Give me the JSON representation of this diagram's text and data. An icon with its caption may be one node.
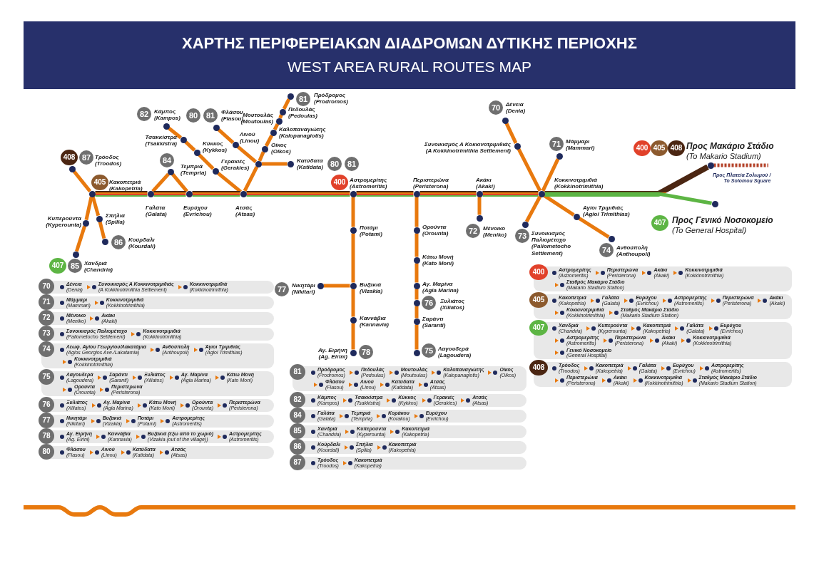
{
  "diagram": {
    "title": "ΧΑΡΤΗΣ ΠΕΡΙΦΕΡΕΙΑΚΩΝ ΔΙΑΔΡΟΜΩΝ ΔΥΤΙΚΗΣ ΠΕΡΙΟΧΗΣ",
    "nodes": [
      {
        "text": [
          "Τρόοδος",
          "(Troodos)"
        ],
        "beside": [
          "408",
          "87"
        ]
      },
      {
        "text": [
          "Κακοπετριά",
          "(Kakopetria)"
        ],
        "beside": [
          "405"
        ]
      },
      {
        "text": [
          "Κυπερούντα",
          "(Kyperounta)"
        ]
      },
      {
        "text": [
          "Χανδριά",
          "(Chandria)"
        ],
        "beside": [
          "407",
          "85"
        ]
      },
      {
        "text": [
          "Σπήλια",
          "(Spilia)"
        ]
      },
      {
        "text": [
          "Κούρδαλι",
          "(Kourdali)"
        ],
        "beside": [
          "86"
        ]
      },
      {
        "text": [
          "Κάμπος",
          "(Kampos)"
        ],
        "beside": [
          "82"
        ]
      },
      {
        "text": [
          "Τσακκίστρα",
          "(Tsakkistra)"
        ]
      },
      {
        "text": [
          "Κύκκος",
          "(Kykkos)"
        ]
      },
      {
        "text": [
          "Γερακιές",
          "(Gerakies)"
        ]
      },
      {
        "text": [
          "Γαλάτα",
          "(Galata)"
        ]
      },
      {
        "text": [
          "Τεμπριά",
          "(Tempria)"
        ],
        "beside": [
          "84"
        ]
      },
      {
        "text": [
          "Ευρύχου",
          "(Evrichou)"
        ]
      },
      {
        "text": [
          "Ατσάς",
          "(Atsas)"
        ]
      },
      {
        "text": [
          "Φλάσου",
          "(Flasou)"
        ],
        "beside": [
          "80",
          "81"
        ]
      },
      {
        "text": [
          "Λινού",
          "(Linou)"
        ]
      },
      {
        "text": [
          "Πρόδρομος",
          "(Prodromos)"
        ],
        "beside": [
          "81"
        ]
      },
      {
        "text": [
          "Πεδουλάς",
          "(Pedoulas)"
        ]
      },
      {
        "text": [
          "Μουτουλάς",
          "(Moutoulas)"
        ]
      },
      {
        "text": [
          "Καλοπαναγιώτης",
          "(Kalopanagiotis)"
        ]
      },
      {
        "text": [
          "Οίκος",
          "(Oikos)"
        ]
      },
      {
        "text": [],
        "shape": "circle"
      },
      {
        "text": [
          "Κατύδατα",
          "(Katidata)"
        ],
        "beside": [
          "80",
          "81"
        ]
      },
      {
        "text": [
          "Αστρομερίτης",
          "(Astromeritis)"
        ],
        "beside": [
          "400"
        ]
      },
      {
        "text": [
          "Ποτάμι",
          "(Potami)"
        ]
      },
      {
        "text": [
          "Νικητάρι",
          "(Nikitari)"
        ],
        "beside": [
          "77"
        ]
      },
      {
        "text": [
          "Βυζακιά",
          "(Vizakia)"
        ]
      },
      {
        "text": [
          "Καννάβια",
          "(Kannavia)"
        ]
      },
      {
        "text": [
          "Αγ. Ειρήνη",
          "(Ag. Eirini)"
        ],
        "beside": [
          "78"
        ]
      },
      {
        "text": [
          "Περιστερώνα",
          "(Peristerona)"
        ]
      },
      {
        "text": [
          "Ορούντα",
          "(Orounta)"
        ]
      },
      {
        "text": [
          "Κάτω Μονή",
          "(Kato Moni)"
        ]
      },
      {
        "text": [
          "Αγ. Μαρίνα",
          "(Agia Marina)"
        ]
      },
      {
        "text": [
          "Ξυλιάτος",
          "(Xiliatos)"
        ],
        "beside": [
          "76"
        ]
      },
      {
        "text": [
          "Σαράντι",
          "(Saranti)"
        ]
      },
      {
        "text": [
          "Λαγουδερά",
          "(Lagoudera)"
        ],
        "beside": [
          "75"
        ]
      },
      {
        "text": [
          "Ακάκι",
          "(Akaki)"
        ]
      },
      {
        "text": [
          "Μένοικο",
          "(Meniko)"
        ],
        "beside": [
          "72"
        ]
      },
      {
        "text": [
          "Δένεια",
          "(Denia)"
        ],
        "beside": [
          "70"
        ]
      },
      {
        "text": [
          "Συνοικισμός Α Κοκκινοτριμιθιάς",
          "(A Kokkinotrimithia Settlement)"
        ]
      },
      {
        "text": [
          "Κοκκινοτριμιθιά",
          "(Kokkinotrimithia)"
        ]
      },
      {
        "text": [
          "Μάμμαρι",
          "(Mammari)"
        ],
        "beside": [
          "71"
        ]
      },
      {
        "text": [
          "Συνοικισμός Παλιομέτοχο",
          "(Paliometocho Settlement)"
        ],
        "beside": [
          "73"
        ]
      },
      {
        "text": [
          "Αγίοι Τριμιθιάς",
          "(Agioi Trimithias)"
        ]
      },
      {
        "text": [
          "Ανθούπολη",
          "(Anthoupoli)"
        ],
        "beside": [
          "74"
        ]
      },
      {
        "text": [
          "Προς Μακάριο Στάδιο",
          "(To Makario Stadium)"
        ],
        "beside": [
          "400",
          "405",
          "408"
        ]
      },
      {
        "text": [
          "Προς Γενικό Νοσοκομείο",
          "(To General Hospital)"
        ]
      }
    ],
    "edges": [
      {
        "from": 0,
        "to": 1,
        "arrow": "none"
      },
      {
        "from": 1,
        "to": 2,
        "arrow": "none"
      },
      {
        "from": 2,
        "to": 3,
        "arrow": "none"
      },
      {
        "from": 1,
        "to": 4,
        "arrow": "none"
      },
      {
        "from": 4,
        "to": 5,
        "arrow": "none"
      },
      {
        "from": 6,
        "to": 7,
        "arrow": "none"
      },
      {
        "from": 7,
        "to": 8,
        "arrow": "none"
      },
      {
        "from": 8,
        "to": 9,
        "arrow": "none"
      },
      {
        "from": 9,
        "to": 13,
        "arrow": "none"
      },
      {
        "from": 10,
        "to": 11,
        "arrow": "none"
      },
      {
        "from": 11,
        "to": 12,
        "arrow": "none"
      },
      {
        "from": 14,
        "to": 15,
        "arrow": "none"
      },
      {
        "from": 15,
        "to": 21,
        "arrow": "none"
      },
      {
        "from": 16,
        "to": 17,
        "arrow": "none"
      },
      {
        "from": 17,
        "to": 18,
        "arrow": "none"
      },
      {
        "from": 18,
        "to": 19,
        "arrow": "none"
      },
      {
        "from": 19,
        "to": 20,
        "arrow": "none"
      },
      {
        "from": 20,
        "to": 21,
        "arrow": "none"
      },
      {
        "from": 21,
        "to": 22,
        "arrow": "none"
      },
      {
        "from": 21,
        "to": 13,
        "arrow": "none"
      },
      {
        "from": 1,
        "to": 10,
        "arrow": "none",
        "style": "thick"
      },
      {
        "from": 10,
        "to": 12,
        "arrow": "none",
        "style": "thick"
      },
      {
        "from": 12,
        "to": 13,
        "arrow": "none",
        "style": "thick"
      },
      {
        "from": 13,
        "to": 23,
        "arrow": "none",
        "style": "thick"
      },
      {
        "from": 23,
        "to": 24,
        "arrow": "none"
      },
      {
        "from": 24,
        "to": 26,
        "arrow": "none"
      },
      {
        "from": 25,
        "to": 26,
        "arrow": "none"
      },
      {
        "from": 26,
        "to": 27,
        "arrow": "none"
      },
      {
        "from": 27,
        "to": 28,
        "arrow": "none"
      },
      {
        "from": 23,
        "to": 29,
        "arrow": "none",
        "style": "thick"
      },
      {
        "from": 29,
        "to": 30,
        "arrow": "none"
      },
      {
        "from": 30,
        "to": 31,
        "arrow": "none"
      },
      {
        "from": 31,
        "to": 32,
        "arrow": "none"
      },
      {
        "from": 32,
        "to": 33,
        "arrow": "none"
      },
      {
        "from": 33,
        "to": 34,
        "arrow": "none"
      },
      {
        "from": 34,
        "to": 35,
        "arrow": "none"
      },
      {
        "from": 29,
        "to": 36,
        "arrow": "none",
        "style": "thick"
      },
      {
        "from": 36,
        "to": 37,
        "arrow": "none"
      },
      {
        "from": 36,
        "to": 40,
        "arrow": "none",
        "style": "thick"
      },
      {
        "from": 38,
        "to": 39,
        "arrow": "none"
      },
      {
        "from": 39,
        "to": 40,
        "arrow": "none"
      },
      {
        "from": 41,
        "to": 40,
        "arrow": "none"
      },
      {
        "from": 40,
        "to": 42,
        "arrow": "none"
      },
      {
        "from": 40,
        "to": 43,
        "arrow": "none"
      },
      {
        "from": 43,
        "to": 44,
        "arrow": "none"
      },
      {
        "from": 40,
        "to": 45,
        "arrow": "none",
        "style": "thick"
      },
      {
        "from": 40,
        "to": 46,
        "arrow": "none",
        "color": "#5db544"
      },
      {
        "from": 45,
        "to": null,
        "arrow": "none",
        "style": "dashed",
        "color": "#b4432a"
      }
    ],
    "labels": [
      "WEST AREA RURAL ROUTES MAP",
      "Προς Πλατεία Σολωμού /",
      "To Solomou Square",
      "407",
      "70",
      "Δένεια",
      "(Denia)",
      "Συνοικισμός Α Κοκκινοτριμιθιάς",
      "(A Kokkinotrimithia Settlement)",
      "Κοκκινοτριμιθιά",
      "(Kokkinotrimithia)",
      "71",
      "Μάμμαρι",
      "(Mammari)",
      "Κοκκινοτριμιθιά",
      "(Kokkinotrimithia)",
      "72",
      "Μένοικο",
      "(Meniko)",
      "Ακάκι",
      "(Akaki)",
      "73",
      "Συνοικισμός Παλιομέτοχο",
      "(Paliometocho Settlement)",
      "Κοκκινοτριμιθιά",
      "(Kokkinotrimithia)",
      "74",
      "Λεωφ. Αγίου Γεωργίου/Λακατάμια",
      "(Agios Georgios Ave./Lakatamia)",
      "Ανθούπολη",
      "(Anthoupoli)",
      "Άγιοι Τριμιθιάς",
      "(Agioi Trimithias)",
      "Κοκκινοτριμιθιά",
      "(Kokkinotrimithia)",
      "75",
      "Λαγουδερά",
      "(Lagoudera)",
      "Σαράντι",
      "(Saranti)",
      "Ξυλιάτος",
      "(Xiliatos)",
      "Αγ. Μαρίνα",
      "(Agia Marina)",
      "Κάτω Μονή",
      "(Kato Moni)",
      "Ορούντα",
      "(Orounta)",
      "Περιστερώνα",
      "(Peristerona)",
      "76",
      "Ξυλιάτος",
      "(Xiliatos)",
      "Αγ. Μαρίνα",
      "(Agia Marina)",
      "Κάτω Μονή",
      "(Kato Moni)",
      "Ορούντα",
      "(Orounta)",
      "Περιστερώνα",
      "(Peristerona)",
      "77",
      "Νικητάρι",
      "(Nikitari)",
      "Βυζακιά",
      "(Vizakia)",
      "Ποτάμι",
      "(Potami)",
      "Αστρομερίτης",
      "(Astromeritis)",
      "78",
      "Αγ. Ειρήνη",
      "(Ag. Eirini)",
      "Καννάβια",
      "(Kannavia)",
      "Βυζακιά (έξω από το χωριό)",
      "(Vizakia (out of the village))",
      "Αστρομερίτης",
      "(Astromeritis)",
      "80",
      "Φλάσου",
      "(Flasou)",
      "Λινού",
      "(Linou)",
      "Κατύδατα",
      "(Katidata)",
      "Ατσάς",
      "(Atsas)",
      "81",
      "Πρόδρομος",
      "(Prodromos)",
      "Πεδουλάς",
      "(Pedoulas)",
      "Μουτουλάς",
      "(Moutoulas)",
      "Καλοπαναγιώτης",
      "(Kalopanagiotis)",
      "Οίκος",
      "(Oikos)",
      "Φλάσου",
      "(Flasou)",
      "Λινού",
      "(Linou)",
      "Κατύδατα",
      "(Katidata)",
      "Ατσάς",
      "(Atsas)",
      "82",
      "Κάμπος",
      "(Kampos)",
      "Τσακκίστρα",
      "(Tsakkistra)",
      "Κύκκος",
      "(Kykkos)",
      "Γερακιές",
      "(Gerakies)",
      "Ατσάς",
      "(Atsas)",
      "84",
      "Γαλάτα",
      "(Galata)",
      "Τεμπριά",
      "(Tempria)",
      "Κοράκου",
      "(Korakou)",
      "Ευρύχου",
      "(Evrichou)",
      "85",
      "Χανδριά",
      "(Chandria)",
      "Κυπερούντα",
      "(Kyperounta)",
      "Κακοπετριά",
      "(Kakopetria)",
      "86",
      "Κούρδαλι",
      "(Kourdali)",
      "Σπήλια",
      "(Spilia)",
      "Κακοπετριά",
      "(Kakopetria)",
      "87",
      "Τρόοδος",
      "(Troodos)",
      "Κακοπετριά",
      "(Kakopetria)",
      "400",
      "Αστρομερίτης",
      "(Astromeritis)",
      "Περιστερώνα",
      "(Peristerona)",
      "Ακάκι",
      "(Akaki)",
      "Κοκκινοτριμιθιά",
      "(Kokkinotrimithia)",
      "Σταθμός Μακάριο Στάδιο",
      "(Makario Stadium Station)",
      "405",
      "Κακοπετριά",
      "(Kakopetria)",
      "Γαλάτα",
      "(Galata)",
      "Ευρύχου",
      "(Evrichou)",
      "Αστρομερίτης",
      "(Astromeritis)",
      "Περιστερώνα",
      "(Peristerona)",
      "Ακάκι",
      "(Akaki)",
      "Κοκκινοτριμιθιά",
      "(Kokkinotrimithia)",
      "Σταθμός Μακάριο Στάδιο",
      "(Makario Stadium Station)",
      "407",
      "Χανδριά",
      "(Chandria)",
      "Κυπερούντα",
      "(Kyperounta)",
      "Κακοπετριά",
      "(Kakopetria)",
      "Γαλάτα",
      "(Galata)",
      "Ευρύχου",
      "(Evrichou)",
      "Αστρομερίτης",
      "(Astromeritis)",
      "Περιστερώνα",
      "(Peristerona)",
      "Ακάκι",
      "(Akaki)",
      "Κοκκινοτριμιθιά",
      "(Kokkinotrimithia)",
      "Γενικό Νοσοκομείο",
      "(General Hospital)",
      "408",
      "Τρόοδος",
      "(Troodos)",
      "Κακοπετριά",
      "(Kakopetria)",
      "Γαλάτα",
      "(Galata)",
      "Ευρύχου",
      "(Evrichou)",
      "Αστρομερίτης",
      "(Astromeritis)",
      "Περιστερώνα",
      "(Peristerona)",
      "Ακάκι",
      "(Akaki)",
      "Κοκκινοτριμιθιά",
      "(Kokkinotrimithia)",
      "Σταθμός Μακάριο Στάδιο",
      "(Makario Stadium Station)"
    ]
  }
}
